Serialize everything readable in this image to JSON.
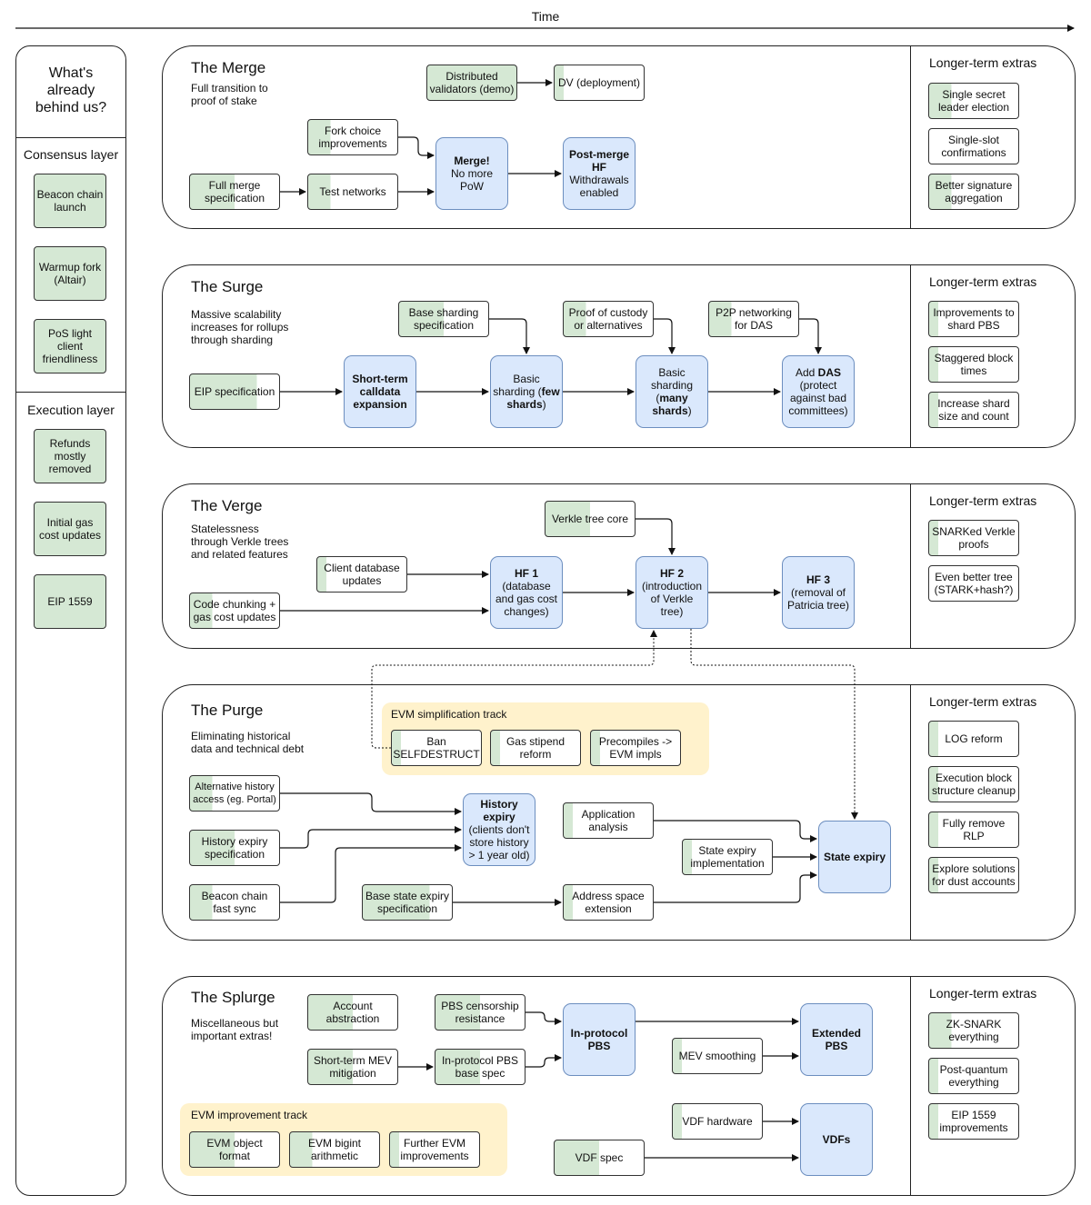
{
  "time_label": "Time",
  "history": {
    "heading": "What's already behind us?",
    "consensus_label": "Consensus layer",
    "consensus_items": [
      "Beacon chain launch",
      "Warmup fork (Altair)",
      "PoS light client friendliness"
    ],
    "execution_label": "Execution layer",
    "execution_items": [
      "Refunds mostly removed",
      "Initial gas cost updates",
      "EIP 1559"
    ]
  },
  "extras_title": "Longer-term extras",
  "merge": {
    "title": "The Merge",
    "subtitle": "Full transition to proof of stake",
    "nodes": {
      "dv_demo": "Distributed validators (demo)",
      "dv_deploy": "DV (deployment)",
      "fork_choice": "Fork choice improvements",
      "full_spec": "Full merge specification",
      "testnets": "Test networks",
      "merge_b": "Merge!",
      "merge_r": "No more PoW",
      "postmerge_b": "Post-merge HF",
      "postmerge_r": "Withdrawals enabled"
    },
    "extras": [
      "Single secret leader election",
      "Single-slot confirmations",
      "Better signature aggregation"
    ]
  },
  "surge": {
    "title": "The Surge",
    "subtitle": "Massive scalability increases for rollups through sharding",
    "nodes": {
      "eip": "EIP specification",
      "calldata": "Short-term calldata expansion",
      "base_shard": "Base sharding specification",
      "basic_few_a": "Basic sharding (",
      "basic_few_b": "few shards",
      "basic_few_c": ")",
      "custody": "Proof of custody or alternatives",
      "basic_many_a": "Basic sharding (",
      "basic_many_b": "many shards",
      "basic_many_c": ")",
      "p2p": "P2P networking for DAS",
      "das_a": "Add ",
      "das_b": "DAS",
      "das_c": " (protect against bad committees)"
    },
    "extras": [
      "Improvements to shard PBS",
      "Staggered block times",
      "Increase shard size and count"
    ]
  },
  "verge": {
    "title": "The Verge",
    "subtitle": "Statelessness through Verkle trees and related features",
    "nodes": {
      "verkle_core": "Verkle tree core",
      "client_db": "Client database updates",
      "code_chunk": "Code chunking + gas cost updates",
      "hf1_b": "HF 1",
      "hf1_r": "(database and gas cost changes)",
      "hf2_b": "HF 2",
      "hf2_r": "(introduction of Verkle tree)",
      "hf3_b": "HF 3",
      "hf3_r": "(removal of Patricia tree)"
    },
    "extras": [
      "SNARKed Verkle proofs",
      "Even better tree (STARK+hash?)"
    ]
  },
  "purge": {
    "title": "The Purge",
    "subtitle": "Eliminating historical data and technical debt",
    "track_label": "EVM simplification track",
    "nodes": {
      "ban": "Ban SELFDESTRUCT",
      "gas_stipend": "Gas stipend reform",
      "precompiles": "Precompiles -> EVM impls",
      "alt_history": "Alternative history access (eg. Portal)",
      "hist_spec": "History expiry specification",
      "beacon_sync": "Beacon chain fast sync",
      "hist_exp_b": "History expiry",
      "hist_exp_r": "(clients don't store history > 1 year old)",
      "app_analysis": "Application analysis",
      "state_impl": "State expiry implementation",
      "base_state": "Base state expiry specification",
      "addr_space": "Address space extension",
      "state_expiry": "State expiry"
    },
    "extras": [
      "LOG reform",
      "Execution block structure cleanup",
      "Fully remove RLP",
      "Explore solutions for dust accounts"
    ]
  },
  "splurge": {
    "title": "The Splurge",
    "subtitle": "Miscellaneous but important extras!",
    "track_label": "EVM improvement track",
    "nodes": {
      "account_abs": "Account abstraction",
      "pbs_censor": "PBS censorship resistance",
      "mev_mit": "Short-term MEV mitigation",
      "pbs_base": "In-protocol PBS base spec",
      "inprot_pbs": "In-protocol PBS",
      "mev_smooth": "MEV smoothing",
      "ext_pbs": "Extended PBS",
      "vdf_hw": "VDF hardware",
      "vdf_spec": "VDF spec",
      "vdfs": "VDFs",
      "evm_obj": "EVM object format",
      "evm_bigint": "EVM bigint arithmetic",
      "evm_further": "Further EVM improvements"
    },
    "extras": [
      "ZK-SNARK everything",
      "Post-quantum everything",
      "EIP 1559 improvements"
    ]
  },
  "colors": {
    "done": "#d5e8d4",
    "milestone": "#dae8fc",
    "milestone_border": "#6c8ebf",
    "track": "#fff2cc"
  }
}
